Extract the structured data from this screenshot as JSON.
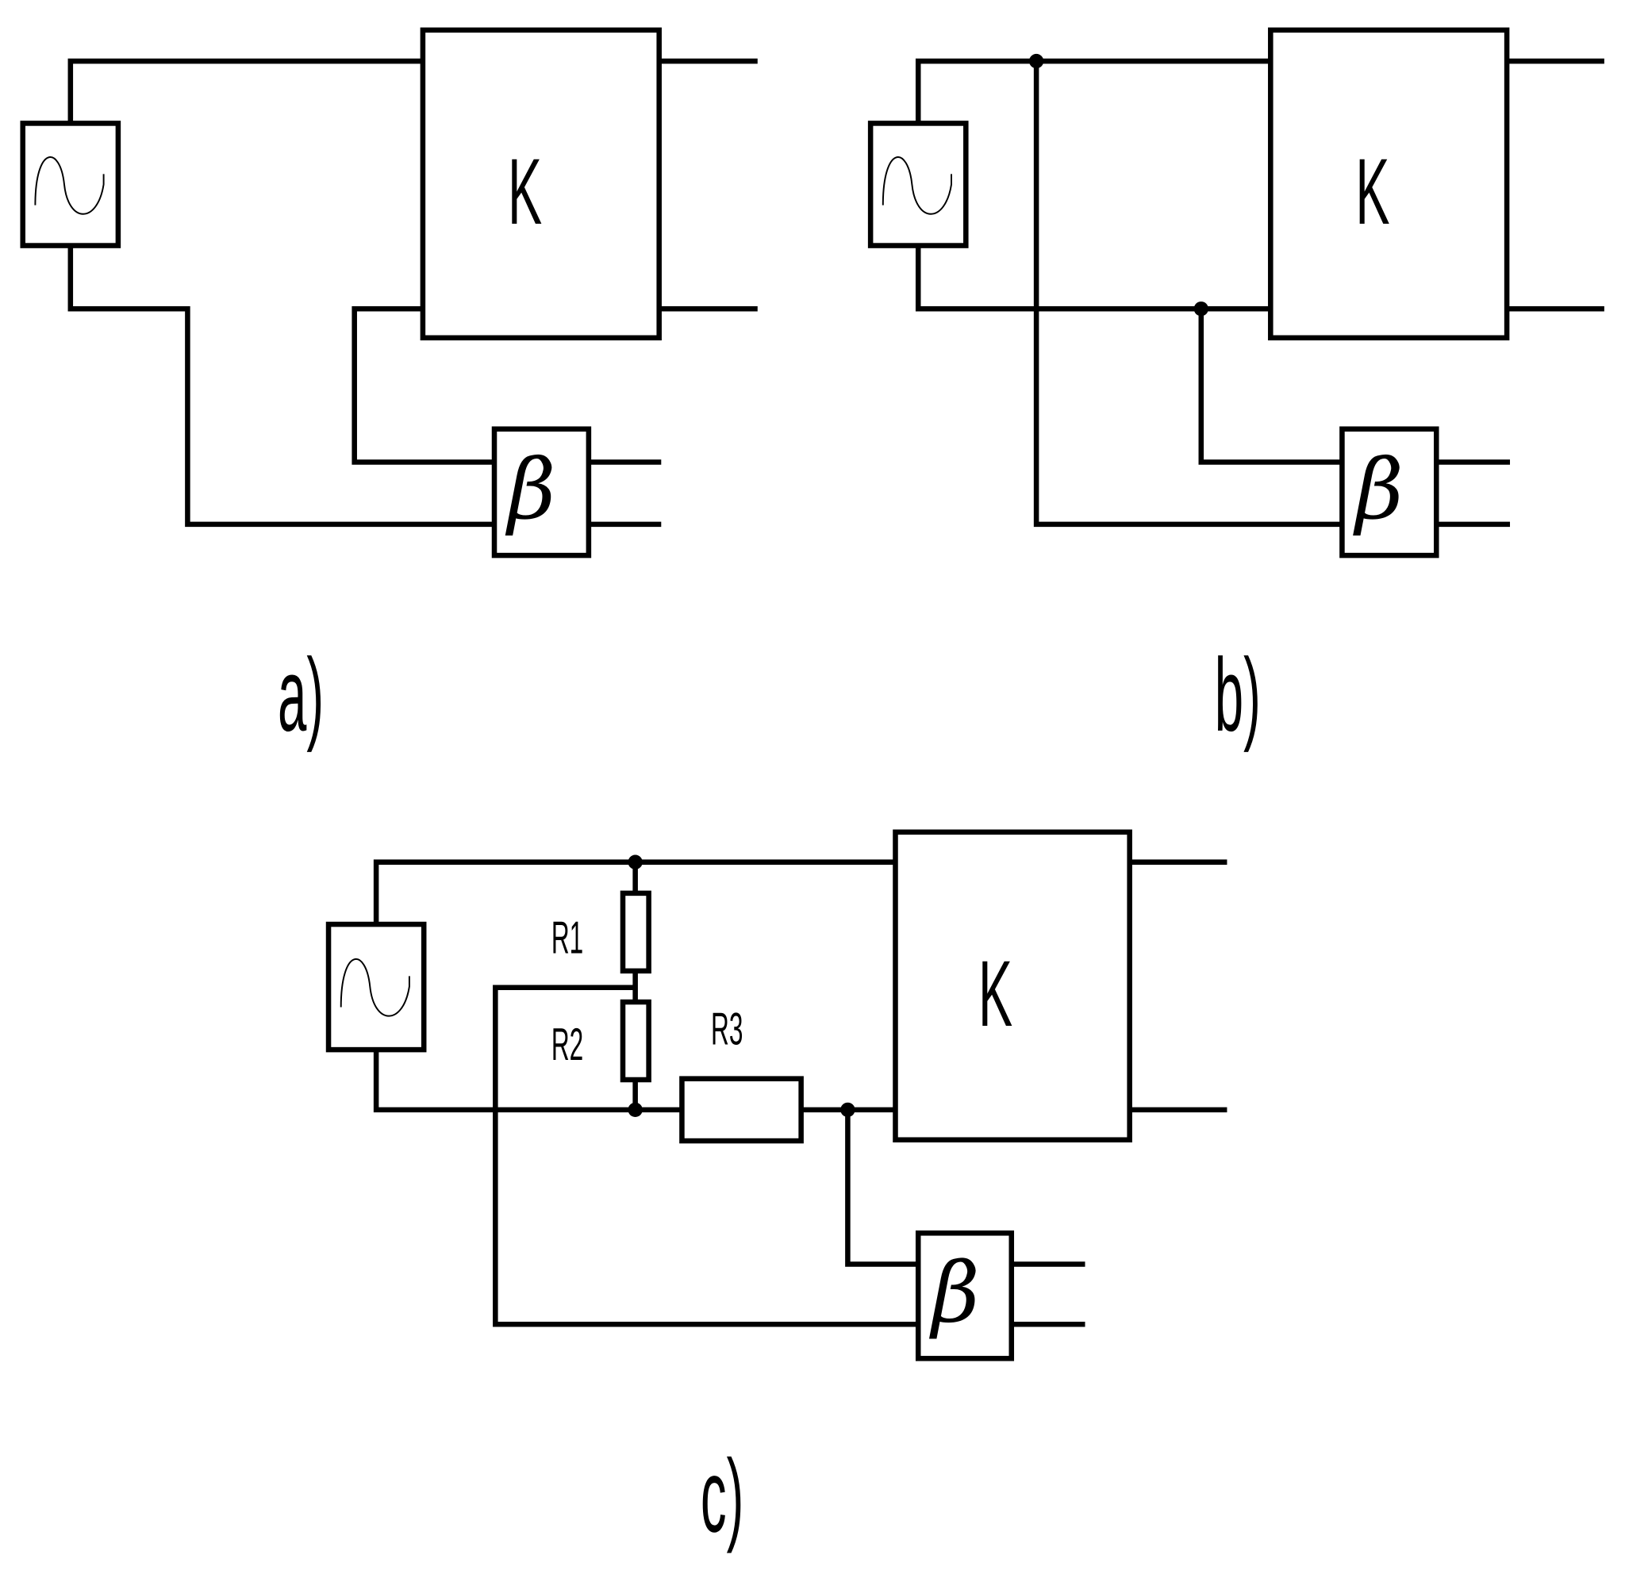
{
  "diagrams": [
    {
      "id": "a",
      "caption": "a)",
      "amplifier_label": "K",
      "feedback_label": "β",
      "source_icon": "ac-source-icon"
    },
    {
      "id": "b",
      "caption": "b)",
      "amplifier_label": "K",
      "feedback_label": "β",
      "source_icon": "ac-source-icon"
    },
    {
      "id": "c",
      "caption": "c)",
      "amplifier_label": "K",
      "feedback_label": "β",
      "source_icon": "ac-source-icon",
      "resistors": [
        "R1",
        "R2",
        "R3"
      ]
    }
  ],
  "colors": {
    "line": "#000000",
    "background": "#ffffff"
  }
}
